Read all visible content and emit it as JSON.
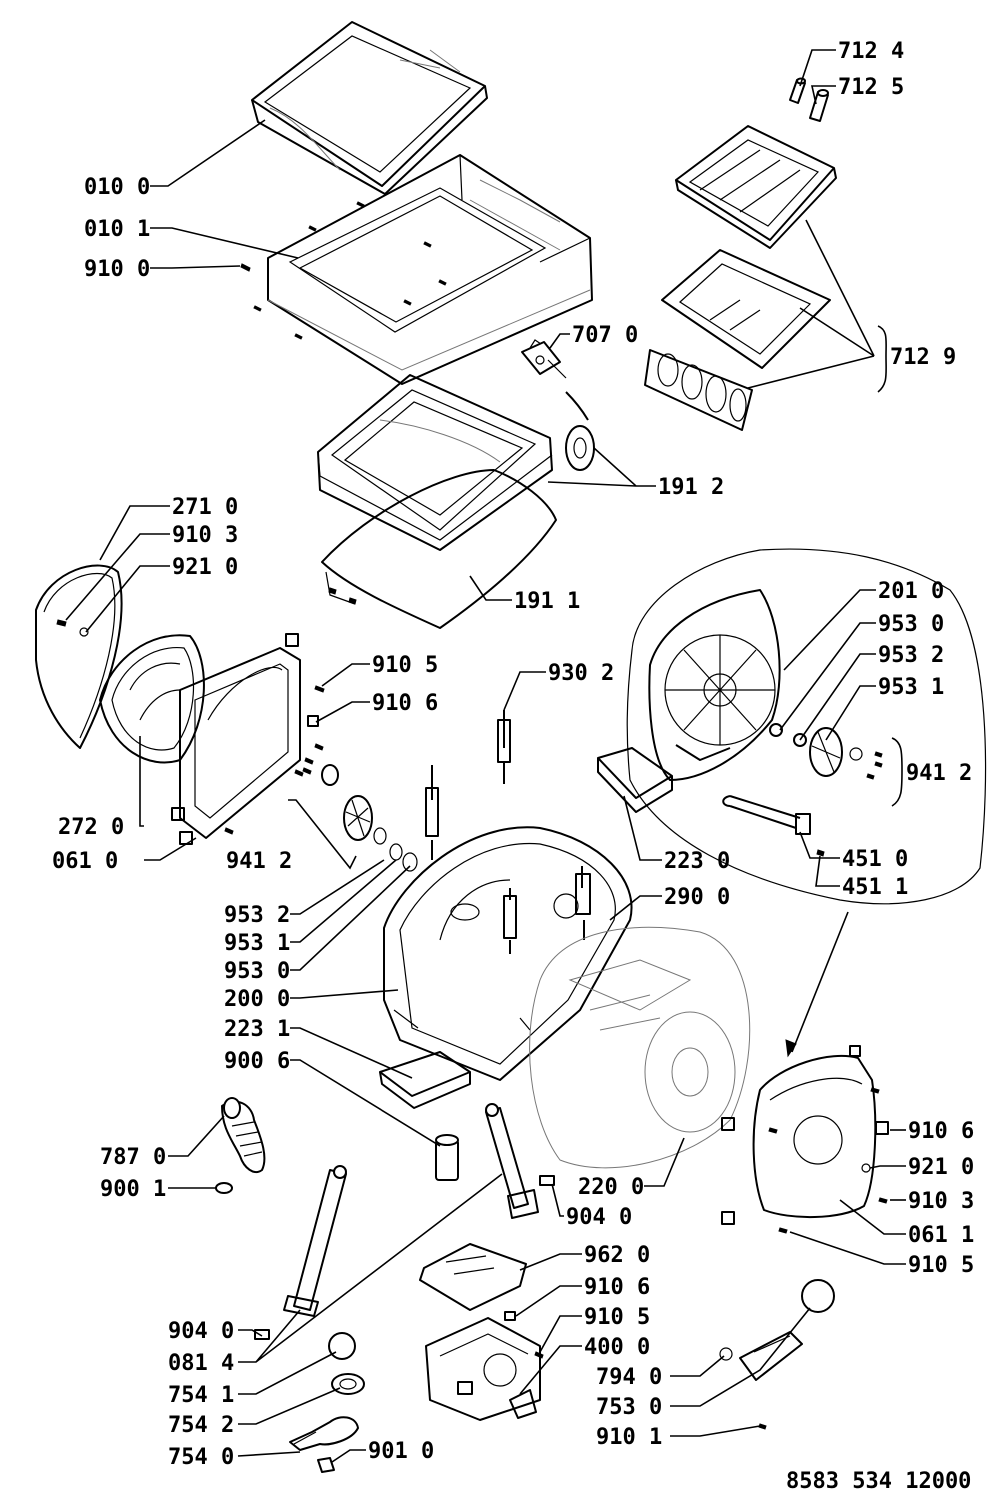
{
  "drawing_code": "8583 534 12000",
  "labels": {
    "p0100": "010 0",
    "p0101": "010 1",
    "p9100": "910 0",
    "p7124": "712 4",
    "p7125": "712 5",
    "p7070": "707 0",
    "p7129": "712 9",
    "p1912": "191 2",
    "p1911": "191 1",
    "p2710": "271 0",
    "p9103a": "910 3",
    "p9210a": "921 0",
    "p9105a": "910 5",
    "p9106a": "910 6",
    "p9302": "930 2",
    "p2010": "201 0",
    "p9530a": "953 0",
    "p9532a": "953 2",
    "p9531a": "953 1",
    "p9412a": "941 2",
    "p4510": "451 0",
    "p4511": "451 1",
    "p2720": "272 0",
    "p0610": "061 0",
    "p9412b": "941 2",
    "p2230": "223 0",
    "p2900": "290 0",
    "p9532b": "953 2",
    "p9531b": "953 1",
    "p9530b": "953 0",
    "p2000": "200 0",
    "p2231": "223 1",
    "p9006": "900 6",
    "p7870": "787 0",
    "p9001": "900 1",
    "p2200": "220 0",
    "p9040a": "904 0",
    "p9106b": "910 6",
    "p9210b": "921 0",
    "p9103b": "910 3",
    "p0611": "061 1",
    "p9105b": "910 5",
    "p9620": "962 0",
    "p9106c": "910 6",
    "p9105c": "910 5",
    "p4000": "400 0",
    "p9040b": "904 0",
    "p0814": "081 4",
    "p7541": "754 1",
    "p7542": "754 2",
    "p7540": "754 0",
    "p9010": "901 0",
    "p7940": "794 0",
    "p7530": "753 0",
    "p9101": "910 1"
  }
}
